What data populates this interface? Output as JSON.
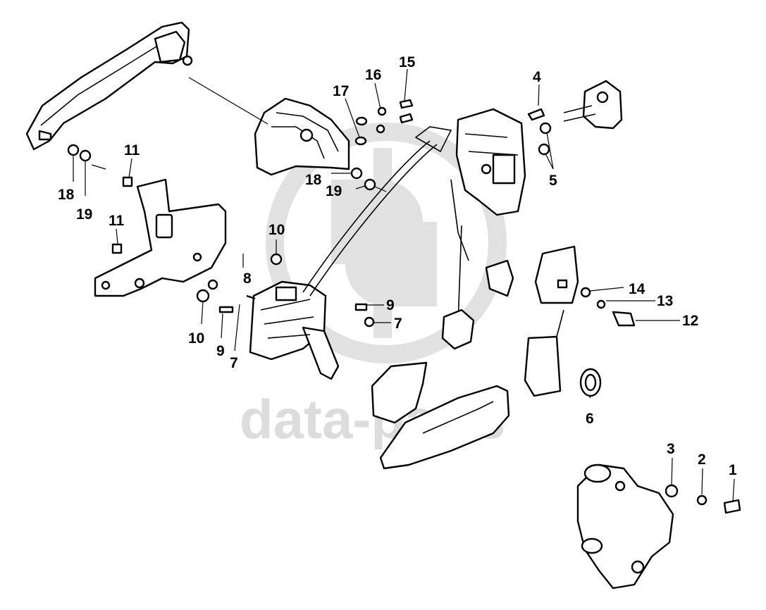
{
  "diagram": {
    "type": "exploded-parts-view",
    "watermark_text": "data-parts",
    "callouts": [
      "1",
      "2",
      "3",
      "4",
      "5",
      "6",
      "7",
      "8",
      "9",
      "10",
      "11",
      "12",
      "13",
      "14",
      "15",
      "16",
      "17",
      "18",
      "19"
    ]
  }
}
